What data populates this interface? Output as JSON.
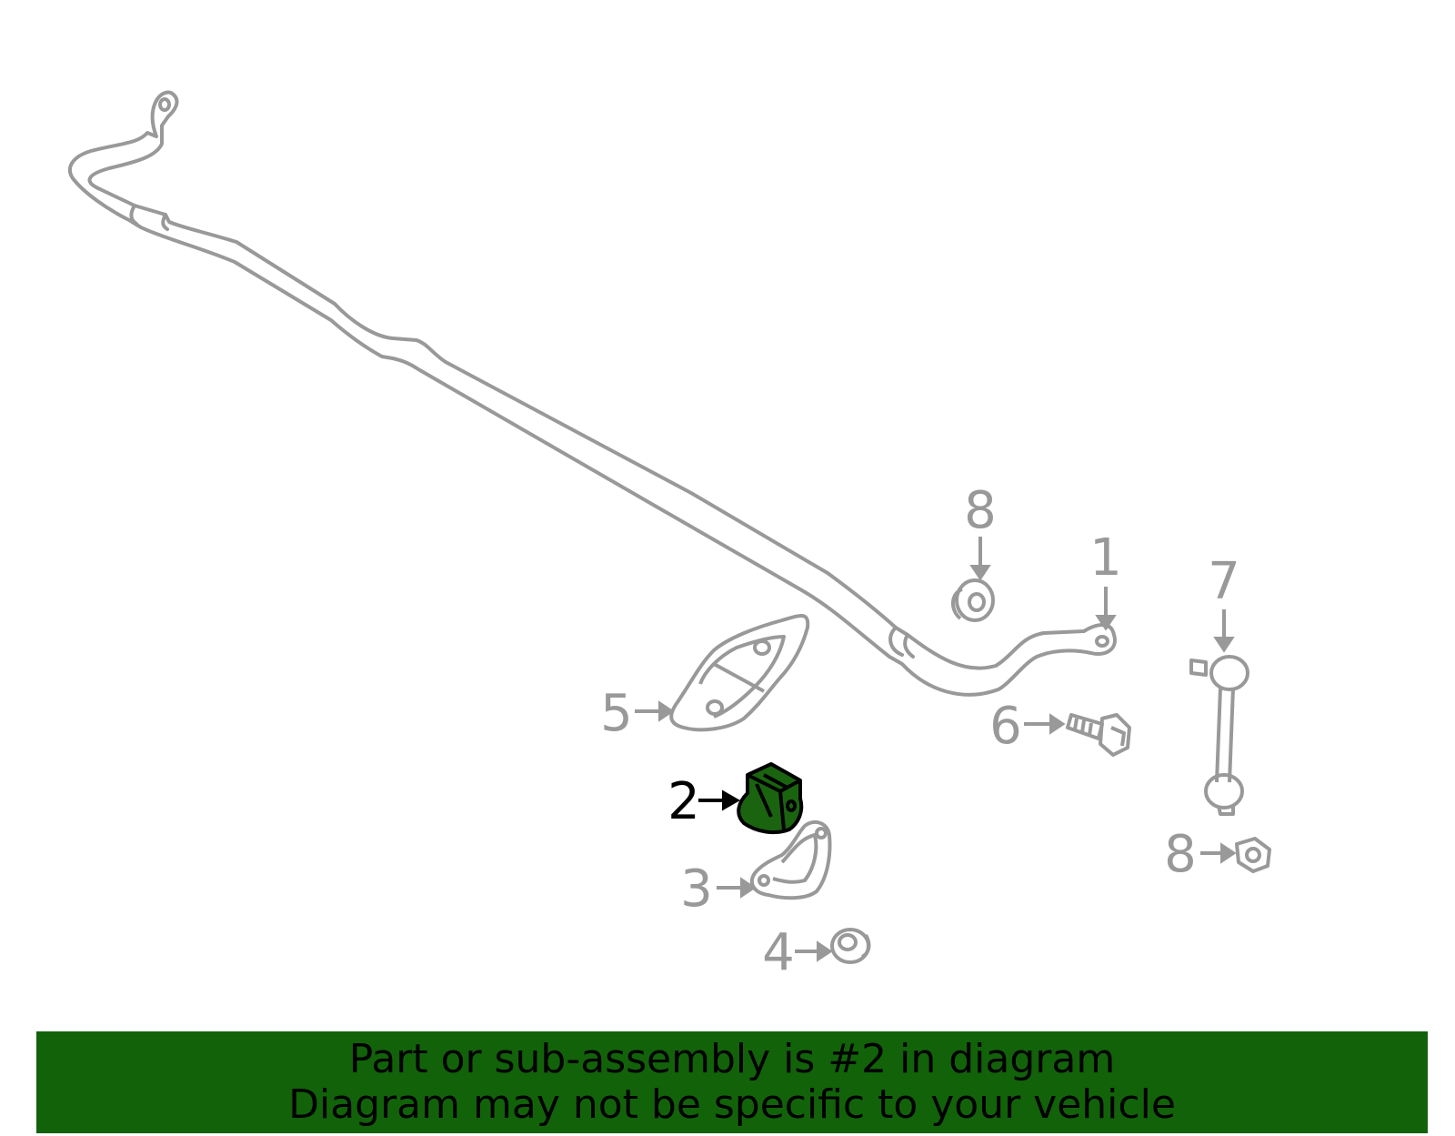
{
  "diagram": {
    "callouts": [
      {
        "id": "1",
        "label": "1",
        "part": "stabilizer-bar"
      },
      {
        "id": "2",
        "label": "2",
        "part": "bushing",
        "highlighted": true
      },
      {
        "id": "3",
        "label": "3",
        "part": "bracket"
      },
      {
        "id": "4",
        "label": "4",
        "part": "nut"
      },
      {
        "id": "5",
        "label": "5",
        "part": "bracket"
      },
      {
        "id": "6",
        "label": "6",
        "part": "bolt"
      },
      {
        "id": "7",
        "label": "7",
        "part": "stabilizer-link"
      },
      {
        "id": "8a",
        "label": "8",
        "part": "nut"
      },
      {
        "id": "8b",
        "label": "8",
        "part": "nut"
      }
    ]
  },
  "banner": {
    "line1": "Part or sub-assembly is #2 in diagram",
    "line2": "Diagram may not be specific to your vehicle"
  },
  "colors": {
    "line": "#999999",
    "highlight_fill": "#1a6410",
    "banner_bg": "#12620a",
    "text_active": "#000000"
  }
}
